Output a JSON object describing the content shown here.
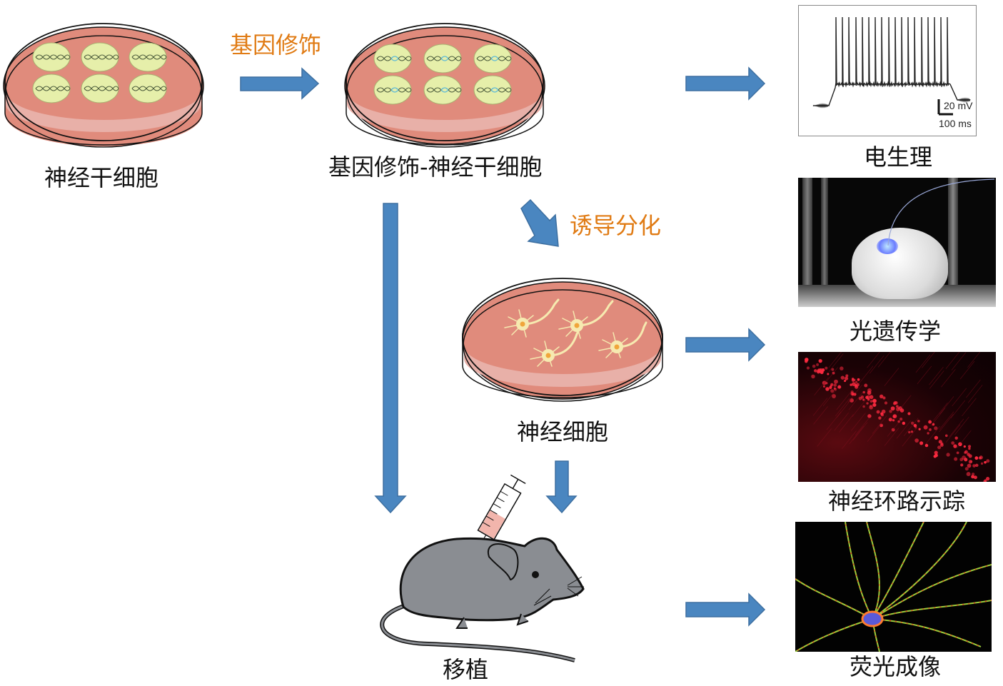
{
  "diagram": {
    "title": "",
    "colors": {
      "arrow_fill": "#4a86c0",
      "arrow_stroke": "#3d6fa0",
      "step_label": "#e07b14",
      "dish_medium": "#e08b7c",
      "dish_rim": "#e8b0a8",
      "cell_fill": "#e6efaa",
      "modified_dna": "#5ab8d8",
      "neuron_fill": "#f6eab0",
      "neuron_nucleus": "#f0a63a",
      "mouse_fill": "#8a8d92"
    },
    "nodes": {
      "neural_stem_cells": {
        "label": "神经干细胞"
      },
      "modified_stem_cells": {
        "label": "基因修饰-神经干细胞"
      },
      "neurons": {
        "label": "神经细胞"
      },
      "transplant": {
        "label": "移植"
      }
    },
    "steps": {
      "genetic_modification": {
        "label": "基因修饰"
      },
      "induced_differentiation": {
        "label": "诱导分化"
      }
    },
    "applications": [
      {
        "id": "electrophysiology",
        "label": "电生理",
        "scale_voltage": "20 mV",
        "scale_time": "100 ms"
      },
      {
        "id": "optogenetics",
        "label": "光遗传学"
      },
      {
        "id": "circuit_tracing",
        "label": "神经环路示踪"
      },
      {
        "id": "fluorescence_imaging",
        "label": "荧光成像"
      }
    ]
  }
}
